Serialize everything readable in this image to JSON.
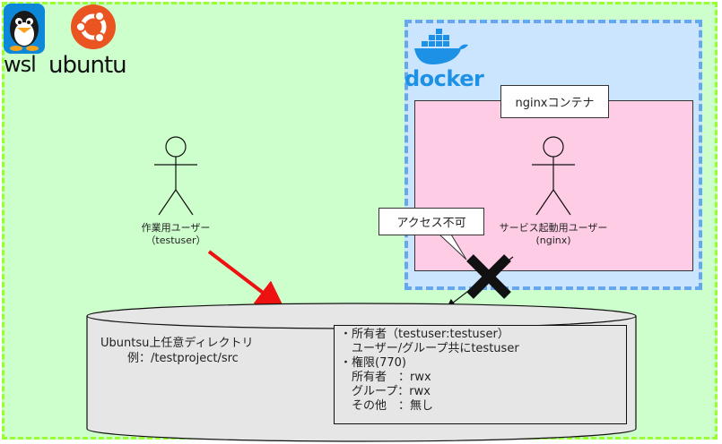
{
  "logos": {
    "wsl_text": "wsl",
    "ubuntu_text": "ubuntu",
    "docker_text": "docker"
  },
  "nginx": {
    "container_title": "nginxコンテナ"
  },
  "work_user": {
    "name": "作業用ユーザー",
    "id": "（testuser）"
  },
  "service_user": {
    "name": "サービス起動用ユーザー",
    "id": "(nginx)"
  },
  "access_callout": "アクセス不可",
  "directory": {
    "title": "Ubuntsu上任意ディレクトリ",
    "example": "例：/testproject/src"
  },
  "permissions": {
    "lines": [
      "・所有者（testuser:testuser）",
      "　ユーザー/グループ共にtestuser",
      "・権限(770)",
      "　所有者　：rwx",
      "　グループ：rwx",
      "　その他　：無し"
    ]
  },
  "colors": {
    "wsl_bg": "#ccffcc",
    "wsl_border": "#99ff33",
    "docker_bg": "#cce5ff",
    "docker_border": "#66a8ee",
    "container_bg": "#ffcce6",
    "arrow": "#ee1111",
    "cylinder_fill": "#e6e6e6"
  }
}
